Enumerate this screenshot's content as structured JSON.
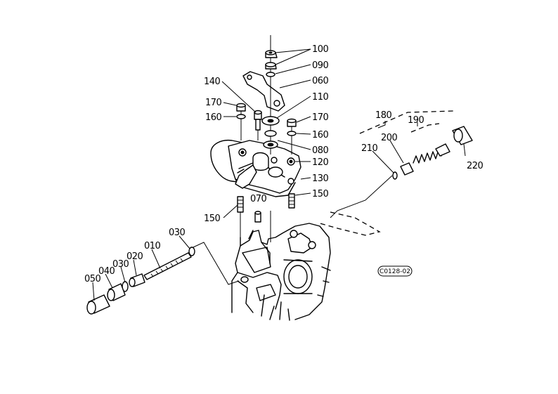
{
  "diagram_code": "C0128-02",
  "labels": {
    "p100": "100",
    "p090": "090",
    "p060": "060",
    "p110": "110",
    "p140": "140",
    "p170a": "170",
    "p160a": "160",
    "p170b": "170",
    "p160b": "160",
    "p080": "080",
    "p120": "120",
    "p130": "130",
    "p150a": "150",
    "p150b": "150",
    "p070": "070",
    "p180": "180",
    "p190": "190",
    "p200": "200",
    "p210": "210",
    "p220": "220",
    "p010": "010",
    "p020": "020",
    "p030a": "030",
    "p030b": "030",
    "p040": "040",
    "p050": "050"
  }
}
